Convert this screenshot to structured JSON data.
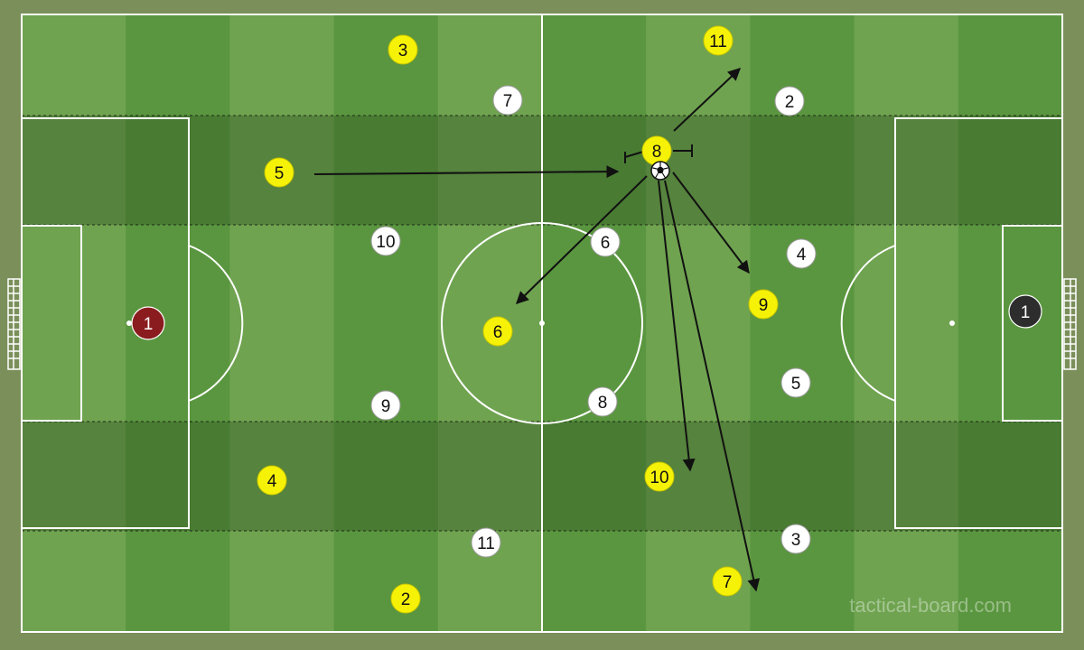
{
  "watermark": "tactical-board.com",
  "colors": {
    "stripe_light": "#6fa350",
    "stripe_dark": "#5a963f",
    "channel_overlay": "#2f4e1f",
    "outer": "#7b8f5a",
    "yellow_team": "#f6f207",
    "white_team": "#ffffff",
    "keeper_left": "#8a1c1f",
    "keeper_right": "#2d2d2d"
  },
  "yellow_players": [
    "3",
    "11",
    "5",
    "8",
    "6",
    "9",
    "4",
    "10",
    "2",
    "7"
  ],
  "white_players": [
    "7",
    "2",
    "10",
    "6",
    "4",
    "5",
    "9",
    "8",
    "11",
    "3"
  ],
  "keepers": {
    "left": "1",
    "right": "1"
  },
  "ball": {
    "icon": "soccer-ball-icon"
  },
  "passes": [
    {
      "from": "8",
      "to": "11"
    },
    {
      "from": "8",
      "to": "6"
    },
    {
      "from": "8",
      "to": "9"
    },
    {
      "from": "8",
      "to": "10"
    },
    {
      "from": "8",
      "to": "7"
    }
  ],
  "runs": [
    {
      "player": "5",
      "toward": "8"
    }
  ]
}
